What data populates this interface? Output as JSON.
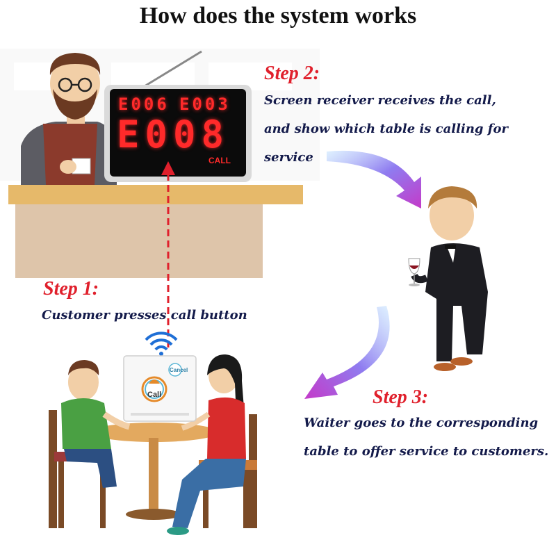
{
  "header": {
    "title": "How does the system works"
  },
  "step1": {
    "title": "Step 1:",
    "text": "Customer presses call button"
  },
  "step2": {
    "title": "Step 2:",
    "lines": [
      "Screen receiver receives the call,",
      "and show which table is calling for",
      "service"
    ]
  },
  "step3": {
    "title": "Step 3:",
    "lines": [
      "Waiter goes to the corresponding",
      "table to offer service to customers."
    ]
  },
  "receiver": {
    "small_codes": [
      "E006",
      "E003"
    ],
    "main_code": "E008",
    "call_label": "CALL"
  },
  "button_device": {
    "call_label": "Call",
    "cancel_label": "Cancel"
  },
  "colors": {
    "accent": "#e0202c",
    "text": "#131a4a",
    "display": "#ff2a2a"
  }
}
